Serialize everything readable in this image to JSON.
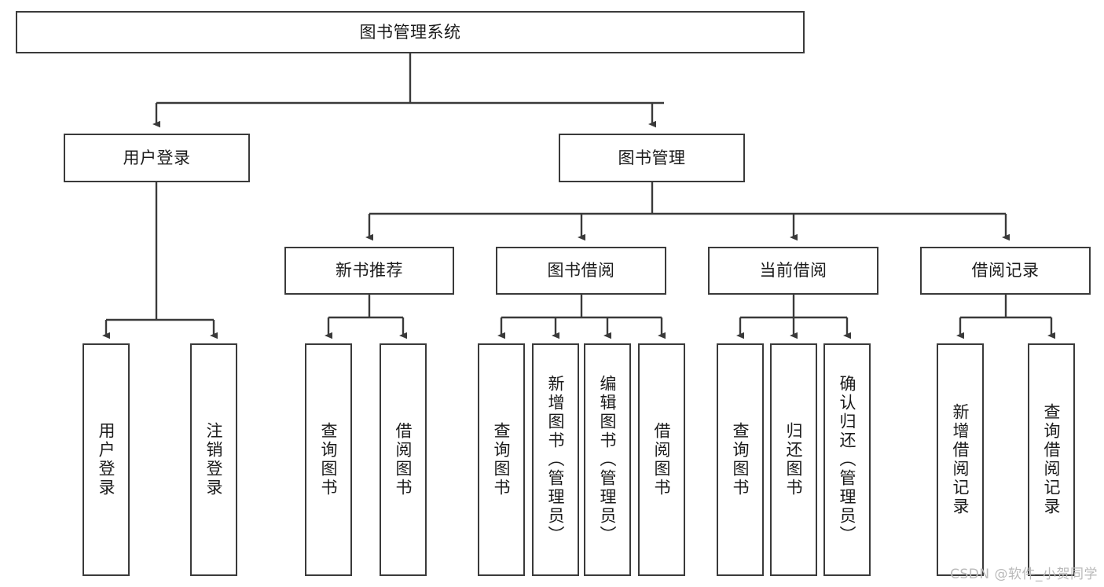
{
  "diagram": {
    "title": "图书管理系统",
    "type": "tree-hierarchy-chart",
    "colors": {
      "box_border": "#3a3a3a",
      "box_fill": "#ffffff",
      "edge": "#3a3a3a",
      "text": "#1b1b1b",
      "watermark": "#b9b9b9",
      "background": "#ffffff"
    }
  },
  "root": {
    "label": "图书管理系统"
  },
  "level2": [
    {
      "id": "user-login",
      "label": "用户登录"
    },
    {
      "id": "book-management",
      "label": "图书管理"
    }
  ],
  "level3": [
    {
      "id": "new-book-recommend",
      "label": "新书推荐"
    },
    {
      "id": "book-borrow",
      "label": "图书借阅"
    },
    {
      "id": "current-borrow",
      "label": "当前借阅"
    },
    {
      "id": "borrow-record",
      "label": "借阅记录"
    }
  ],
  "leaves": {
    "user_login": [
      {
        "id": "leaf-user-login",
        "label": "用户登录"
      },
      {
        "id": "leaf-logout-login",
        "label": "注销登录"
      }
    ],
    "new_book_recommend": [
      {
        "id": "leaf-query-book-1",
        "label": "查询图书"
      },
      {
        "id": "leaf-borrow-book-1",
        "label": "借阅图书"
      }
    ],
    "book_borrow": [
      {
        "id": "leaf-query-book-2",
        "label": "查询图书"
      },
      {
        "id": "leaf-add-book",
        "label": "新增图书（管理员）"
      },
      {
        "id": "leaf-edit-book",
        "label": "编辑图书（管理员）"
      },
      {
        "id": "leaf-borrow-book-2",
        "label": "借阅图书"
      }
    ],
    "current_borrow": [
      {
        "id": "leaf-query-book-3",
        "label": "查询图书"
      },
      {
        "id": "leaf-return-book",
        "label": "归还图书"
      },
      {
        "id": "leaf-confirm-return",
        "label": "确认归还（管理员）"
      }
    ],
    "borrow_record": [
      {
        "id": "leaf-add-borrow-record",
        "label": "新增借阅记录"
      },
      {
        "id": "leaf-query-borrow-record",
        "label": "查询借阅记录"
      }
    ]
  },
  "watermark": {
    "text": "CSDN @软件_小贺同学"
  }
}
